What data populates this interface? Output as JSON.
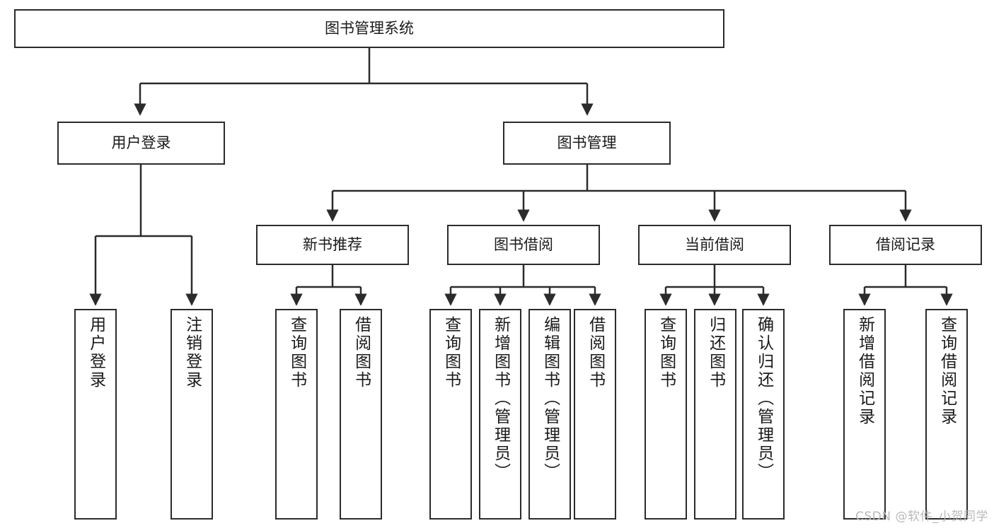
{
  "diagram": {
    "title": "图书管理系统",
    "type": "tree-hierarchy-diagram",
    "colors": {
      "box_border": "#2b2b2b",
      "box_fill": "#ffffff",
      "connector": "#2b2b2b",
      "text": "#1a1a1a",
      "watermark": "#b9b9b9"
    },
    "watermark": "CSDN @软件_小贺同学"
  },
  "nodes": {
    "root": {
      "label": "图书管理系统"
    },
    "level2": [
      {
        "label": "用户登录"
      },
      {
        "label": "图书管理"
      }
    ],
    "level3": [
      {
        "label": "新书推荐"
      },
      {
        "label": "图书借阅"
      },
      {
        "label": "当前借阅"
      },
      {
        "label": "借阅记录"
      }
    ],
    "leaves": {
      "user_login": [
        {
          "label": "用户登录"
        },
        {
          "label": "注销登录"
        }
      ],
      "new_book_recommend": [
        {
          "label": "查询图书"
        },
        {
          "label": "借阅图书"
        }
      ],
      "book_borrow": [
        {
          "label": "查询图书"
        },
        {
          "label": "新增图书（管理员）"
        },
        {
          "label": "编辑图书（管理员）"
        },
        {
          "label": "借阅图书"
        }
      ],
      "current_borrow": [
        {
          "label": "查询图书"
        },
        {
          "label": "归还图书"
        },
        {
          "label": "确认归还（管理员）"
        }
      ],
      "borrow_records": [
        {
          "label": "新增借阅记录"
        },
        {
          "label": "查询借阅记录"
        }
      ]
    }
  }
}
